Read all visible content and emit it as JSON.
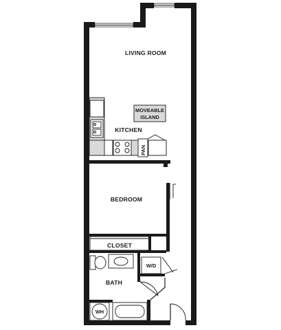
{
  "rooms": {
    "living_room": "LIVING ROOM",
    "moveable_island_line1": "MOVEABLE",
    "moveable_island_line2": "ISLAND",
    "kitchen": "KITCHEN",
    "pantry": "PAN",
    "bedroom": "BEDROOM",
    "closet": "CLOSET",
    "washer_dryer": "W/D",
    "bath": "BATH",
    "water_heater": "WH"
  },
  "colors": {
    "wall": "#1a1a1a",
    "fixture_fill": "#e6e6e6",
    "counter_fill": "#d9d9d9",
    "background": "#ffffff"
  }
}
